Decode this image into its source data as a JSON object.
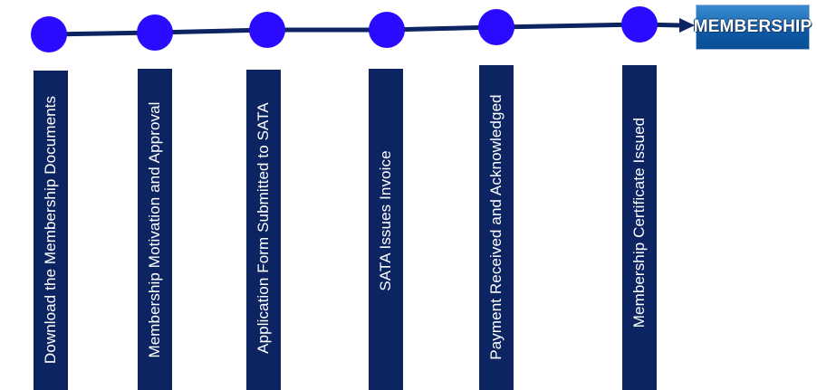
{
  "timeline": {
    "steps": [
      {
        "label": "Download the Membership Documents"
      },
      {
        "label": "Membership  Motivation and Approval"
      },
      {
        "label": "Application Form Submitted to SATA"
      },
      {
        "label": "SATA Issues Invoice"
      },
      {
        "label": "Payment Received and Acknowledged"
      },
      {
        "label": "Membership Certificate Issued"
      }
    ],
    "end_badge": {
      "label": "MEMBERSHIP"
    }
  },
  "colors": {
    "node": "#2b0bff",
    "connector": "#0c2461",
    "bar": "#0c2461",
    "bar_text": "#ffffff",
    "badge": "#1f6fb8"
  }
}
